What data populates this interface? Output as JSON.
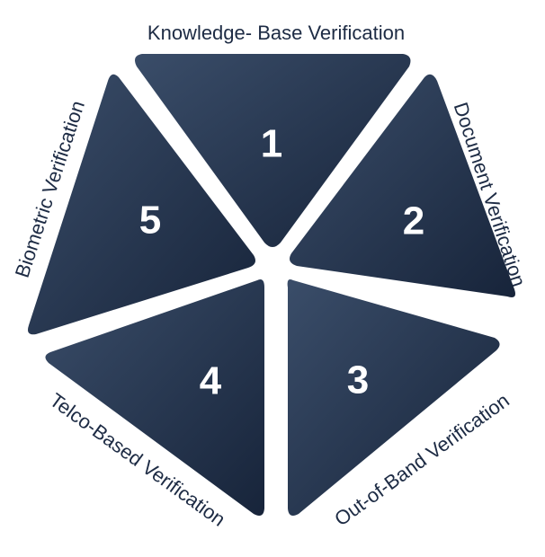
{
  "segments": [
    {
      "number": "1",
      "label": "Knowledge- Base Verification"
    },
    {
      "number": "2",
      "label": "Document Verification"
    },
    {
      "number": "3",
      "label": "Out-of-Band Verification"
    },
    {
      "number": "4",
      "label": "Telco-Based Verification"
    },
    {
      "number": "5",
      "label": "Biometric Verification"
    }
  ],
  "colors": {
    "segment_light": "#3a4d69",
    "segment_dark": "#17243a",
    "text": "#1d2b44",
    "number": "#ffffff",
    "background": "#ffffff"
  }
}
